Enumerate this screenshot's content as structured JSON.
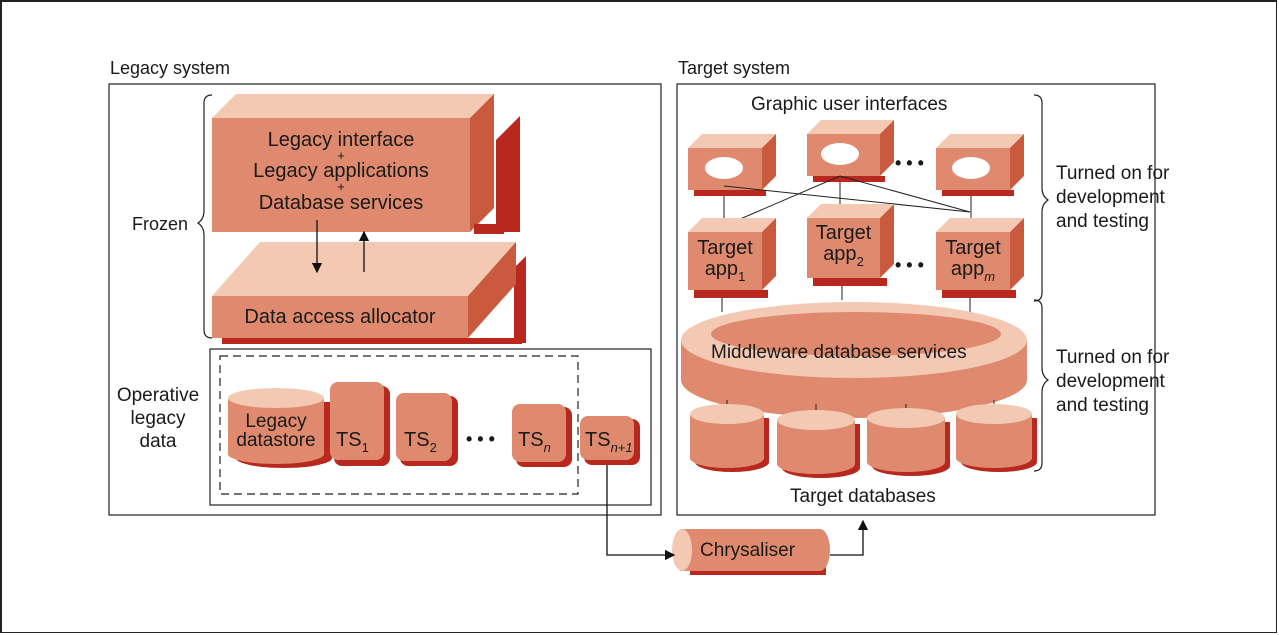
{
  "legacy": {
    "section_title": "Legacy system",
    "frozen_label": "Frozen",
    "top_block": {
      "line1": "Legacy interface",
      "plus1": "+",
      "line2": "Legacy applications",
      "plus2": "+",
      "line3": "Database services"
    },
    "allocator_label": "Data access allocator",
    "operative_label": [
      "Operative",
      "legacy",
      "data"
    ],
    "datastore_label": [
      "Legacy",
      "datastore"
    ],
    "ts": {
      "prefix": "TS",
      "sub1": "1",
      "sub2": "2",
      "subn": "n",
      "subn1": "n+1"
    },
    "ellipsis": "• • •"
  },
  "target": {
    "section_title": "Target system",
    "gui_label": "Graphic user interfaces",
    "app": {
      "word1": "Target",
      "word2": "app",
      "sub1": "1",
      "sub2": "2",
      "subm": "m"
    },
    "middleware_label": "Middleware database services",
    "databases_label": "Target databases",
    "side_note_1": [
      "Turned on for",
      "development",
      "and testing"
    ],
    "side_note_2": [
      "Turned on for",
      "development",
      "and testing"
    ],
    "ellipsis": "• • •"
  },
  "chrysaliser_label": "Chrysaliser",
  "colors": {
    "face": "#df8a6e",
    "top": "#f3c9b4",
    "side": "#c95a3e",
    "shadow": "#b8281e"
  }
}
